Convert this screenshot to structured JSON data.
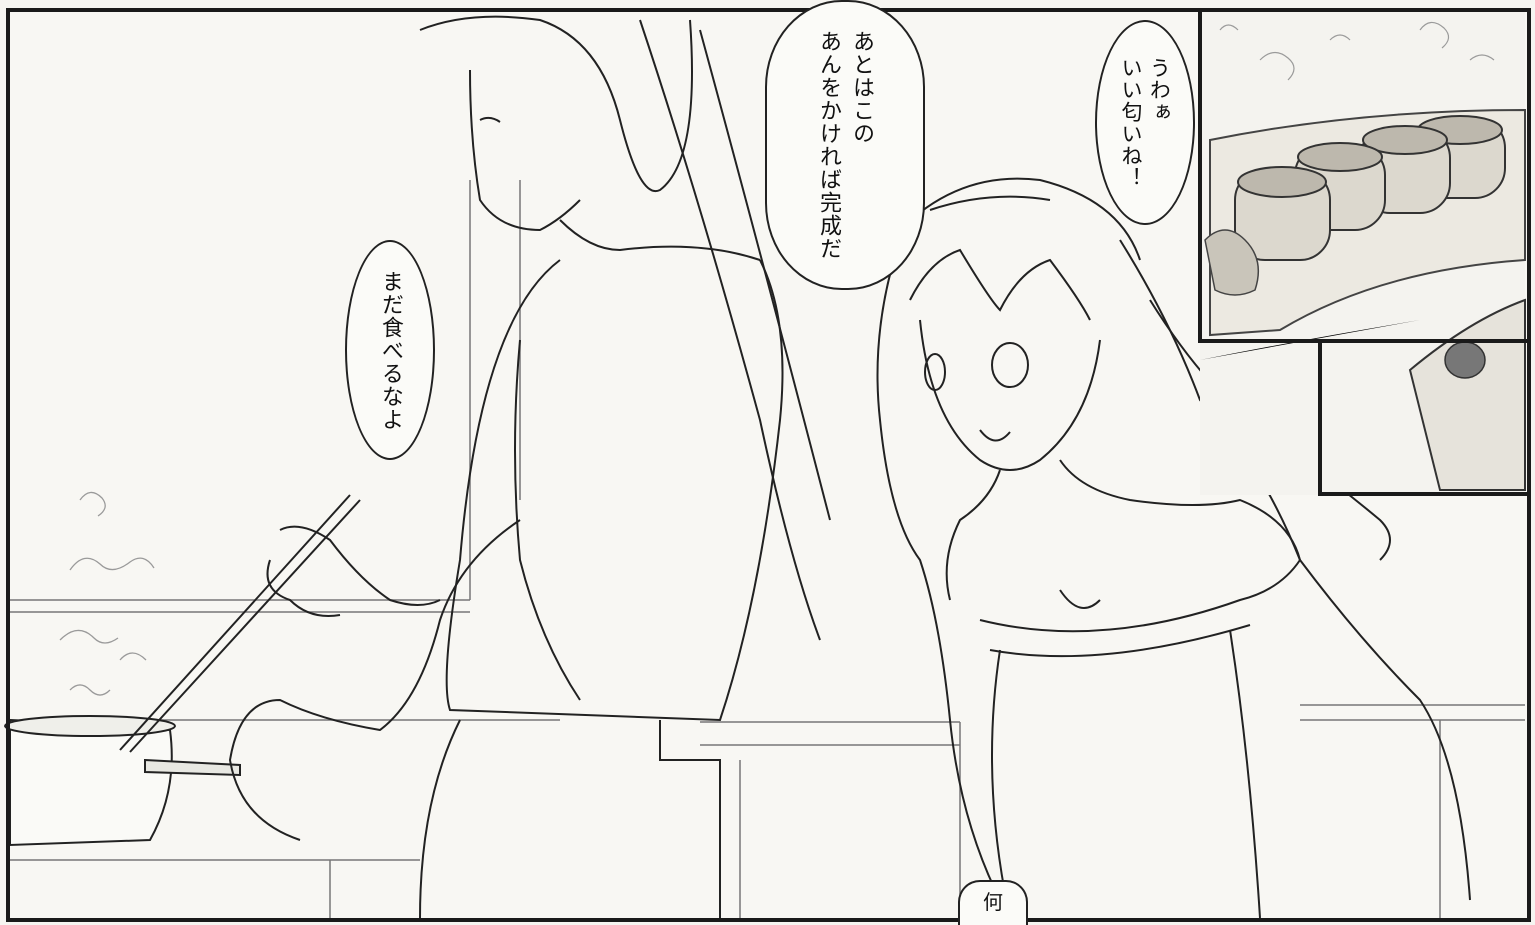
{
  "panels": {
    "main": "kitchen-cooking-scene",
    "inset": "food-closeup"
  },
  "bubbles": {
    "b1": "うわぁ\nいい匂いね！",
    "b2": "あとはこの\nあんをかければ完成だ",
    "b3": "まだ食べるなよ"
  },
  "caption": {
    "partial": "何"
  },
  "colors": {
    "ink": "#1a1a1a",
    "paper": "#f6f5f1"
  }
}
